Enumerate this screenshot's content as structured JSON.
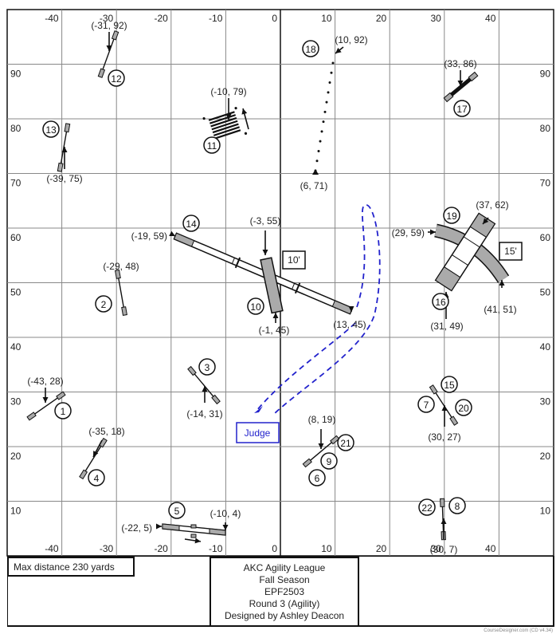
{
  "course": {
    "x_axis_ticks": [
      -40,
      -30,
      -20,
      -10,
      0,
      10,
      20,
      30,
      40
    ],
    "y_axis_ticks": [
      90,
      80,
      70,
      60,
      50,
      40,
      30,
      20,
      10
    ],
    "x_range": [
      -50,
      50
    ],
    "y_range": [
      0,
      100
    ],
    "colors": {
      "line": "#111111",
      "grid": "#888888",
      "obstacle_fill": "#aaaaaa",
      "judge": "#2222cc"
    },
    "obstacles": [
      {
        "n": "1",
        "type": "jump",
        "label": "(-43, 28)"
      },
      {
        "n": "2",
        "type": "jump",
        "label": "(-29, 48)"
      },
      {
        "n": "3",
        "type": "jump",
        "label": "(-14, 31)"
      },
      {
        "n": "4",
        "type": "jump",
        "label": "(-35, 18)"
      },
      {
        "n": "5",
        "type": "teeter",
        "label": "(-22, 5)",
        "label2": "(-10, 4)"
      },
      {
        "n": "6",
        "type": "jump-number"
      },
      {
        "n": "7",
        "type": "jump-number"
      },
      {
        "n": "8",
        "type": "jump-number"
      },
      {
        "n": "9",
        "type": "jump",
        "label": "(8, 19)"
      },
      {
        "n": "10",
        "type": "tunnel",
        "label": "(-3, 55)",
        "label2": "(-1, 45)",
        "length_label": "10'"
      },
      {
        "n": "11",
        "type": "weave",
        "label": "(-10, 79)"
      },
      {
        "n": "12",
        "type": "jump",
        "label": "(-31, 92)"
      },
      {
        "n": "13",
        "type": "jump",
        "label": "(-39, 75)"
      },
      {
        "n": "14",
        "type": "dogwalk",
        "label": "(-19, 59)",
        "label2": "(13, 45)"
      },
      {
        "n": "15",
        "type": "jump",
        "label": "(30, 27)"
      },
      {
        "n": "16",
        "type": "aframe",
        "label": "(31, 49)",
        "label2": "(37, 62)"
      },
      {
        "n": "17",
        "type": "jump",
        "label": "(33, 86)"
      },
      {
        "n": "18",
        "type": "weave-poles",
        "label": "(10, 92)",
        "label2": "(6, 71)"
      },
      {
        "n": "19",
        "type": "tunnel",
        "label": "(29, 59)",
        "label2": "(41, 51)",
        "length_label": "15'"
      },
      {
        "n": "20",
        "type": "jump-number"
      },
      {
        "n": "21",
        "type": "jump-number"
      },
      {
        "n": "22",
        "type": "jump",
        "label": "(30, 7)"
      }
    ],
    "judge_label": "Judge"
  },
  "footer": {
    "max_distance": "Max distance 230 yards",
    "title_lines": [
      "AKC Agility League",
      "Fall Season",
      "EPF2503",
      "Round 3 (Agility)",
      "Designed by Ashley Deacon"
    ],
    "credit": "CourseDesigner.com (CD v4.34)"
  }
}
